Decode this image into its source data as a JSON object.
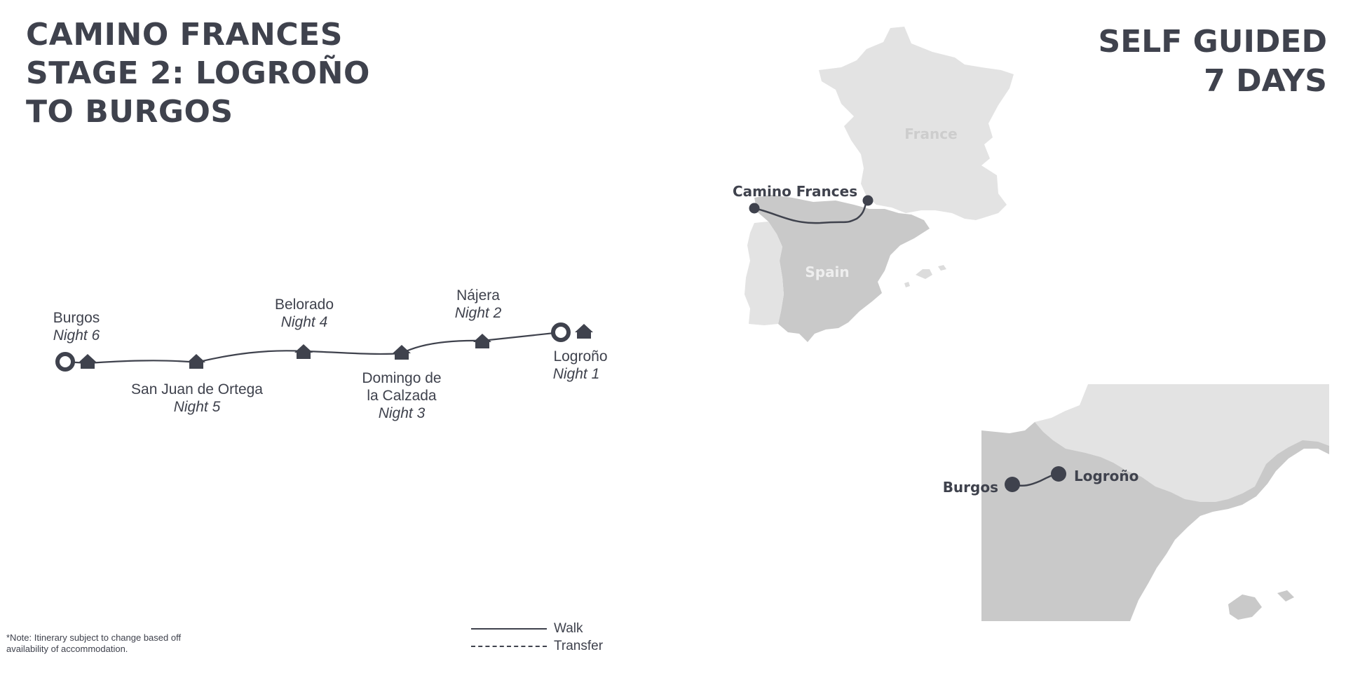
{
  "header": {
    "title_lines": [
      "CAMINO FRANCES",
      "STAGE 2: LOGROÑO",
      "TO BURGOS"
    ],
    "badge_lines": [
      "SELF GUIDED",
      "7 DAYS"
    ]
  },
  "route": {
    "stops": [
      {
        "name": "Burgos",
        "night": "Night 6"
      },
      {
        "name": "San Juan de Ortega",
        "night": "Night 5"
      },
      {
        "name": "Belorado",
        "night": "Night 4"
      },
      {
        "name": "Domingo de",
        "name2": "la Calzada",
        "night": "Night 3"
      },
      {
        "name": "Nájera",
        "night": "Night 2"
      },
      {
        "name": "Logroño",
        "night": "Night 1"
      }
    ]
  },
  "overview_map": {
    "countries": {
      "france": "France",
      "spain": "Spain"
    },
    "route_label": "Camino Frances"
  },
  "detail_map": {
    "start_label": "Burgos",
    "end_label": "Logroño"
  },
  "legend": {
    "walk": "Walk",
    "transfer": "Transfer"
  },
  "note": "*Note: Itinerary  subject to change based off availability of accommodation.",
  "colors": {
    "ink": "#3f424d",
    "land_light": "#e3e3e3",
    "land_mid": "#d3d3d3",
    "land_dark": "#c9c9c9",
    "route_line": "#3f424d"
  },
  "icons": [
    "house-icon",
    "ring-marker-icon",
    "dot-marker-icon"
  ]
}
